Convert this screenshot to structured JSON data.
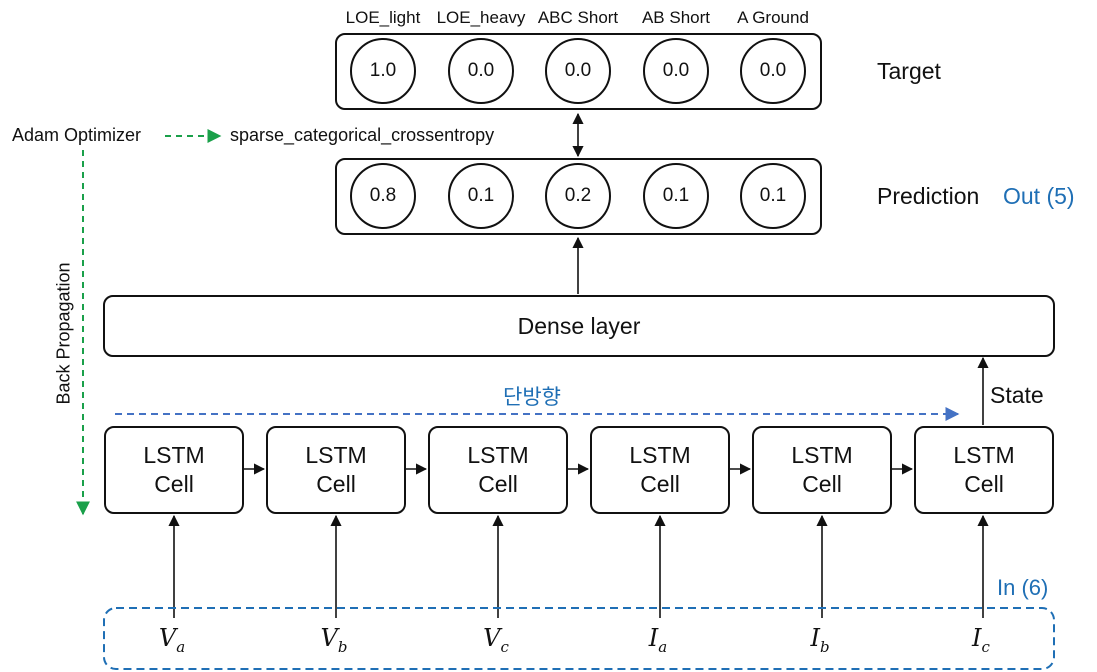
{
  "output_classes": [
    "LOE_light",
    "LOE_heavy",
    "ABC Short",
    "AB Short",
    "A Ground"
  ],
  "target": {
    "label": "Target",
    "values": [
      "1.0",
      "0.0",
      "0.0",
      "0.0",
      "0.0"
    ]
  },
  "prediction": {
    "label": "Prediction",
    "out_label": "Out (5)",
    "values": [
      "0.8",
      "0.1",
      "0.2",
      "0.1",
      "0.1"
    ]
  },
  "optimizer": {
    "name": "Adam Optimizer",
    "loss": "sparse_categorical_crossentropy"
  },
  "backprop_label": "Back Propagation",
  "dense_label": "Dense layer",
  "state_label": "State",
  "direction_label": "단방향",
  "lstm_cells": [
    {
      "line1": "LSTM",
      "line2": "Cell"
    },
    {
      "line1": "LSTM",
      "line2": "Cell"
    },
    {
      "line1": "LSTM",
      "line2": "Cell"
    },
    {
      "line1": "LSTM",
      "line2": "Cell"
    },
    {
      "line1": "LSTM",
      "line2": "Cell"
    },
    {
      "line1": "LSTM",
      "line2": "Cell"
    }
  ],
  "inputs": {
    "label": "In (6)",
    "vars": [
      {
        "base": "V",
        "sub": "a"
      },
      {
        "base": "V",
        "sub": "b"
      },
      {
        "base": "V",
        "sub": "c"
      },
      {
        "base": "I",
        "sub": "a"
      },
      {
        "base": "I",
        "sub": "b"
      },
      {
        "base": "I",
        "sub": "c"
      }
    ]
  },
  "colors": {
    "accent_blue": "#1f6fb5",
    "dashed_blue": "#4472c4",
    "dashed_green": "#1aa04a",
    "stroke": "#111111"
  }
}
